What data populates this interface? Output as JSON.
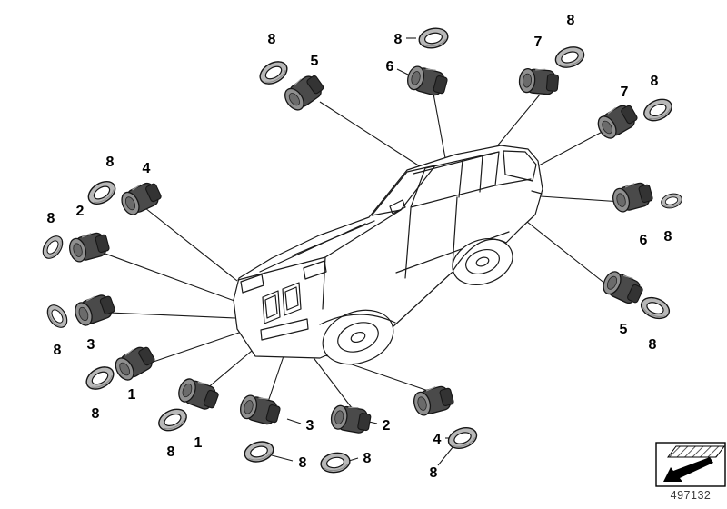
{
  "page": {
    "background_color": "#ffffff",
    "line_color": "#1a1a1a"
  },
  "parts": {
    "sensor_icon": "pdc-sensor-icon",
    "ring_icon": "seal-ring-icon",
    "sensor_body_color": "#4a4a4a",
    "sensor_face_color": "#8f8f8f",
    "ring_color": "#b8b8b8"
  },
  "legend": {
    "icon": "travel-direction-icon"
  },
  "callouts": [
    {
      "label": "8",
      "part": "seal-ring-icon"
    },
    {
      "label": "5",
      "part": "pdc-sensor-icon"
    },
    {
      "label": "8",
      "part": "seal-ring-icon"
    },
    {
      "label": "6",
      "part": "pdc-sensor-icon"
    },
    {
      "label": "7",
      "part": "pdc-sensor-icon"
    },
    {
      "label": "8",
      "part": "seal-ring-icon"
    },
    {
      "label": "7",
      "part": "pdc-sensor-icon"
    },
    {
      "label": "8",
      "part": "seal-ring-icon"
    },
    {
      "label": "8",
      "part": "seal-ring-icon"
    },
    {
      "label": "4",
      "part": "pdc-sensor-icon"
    },
    {
      "label": "8",
      "part": "seal-ring-icon"
    },
    {
      "label": "2",
      "part": "pdc-sensor-icon"
    },
    {
      "label": "6",
      "part": "pdc-sensor-icon"
    },
    {
      "label": "8",
      "part": "seal-ring-icon"
    },
    {
      "label": "5",
      "part": "pdc-sensor-icon"
    },
    {
      "label": "8",
      "part": "seal-ring-icon"
    },
    {
      "label": "8",
      "part": "seal-ring-icon"
    },
    {
      "label": "3",
      "part": "pdc-sensor-icon"
    },
    {
      "label": "1",
      "part": "pdc-sensor-icon"
    },
    {
      "label": "8",
      "part": "seal-ring-icon"
    },
    {
      "label": "1",
      "part": "pdc-sensor-icon"
    },
    {
      "label": "8",
      "part": "seal-ring-icon"
    },
    {
      "label": "3",
      "part": "pdc-sensor-icon"
    },
    {
      "label": "8",
      "part": "seal-ring-icon"
    },
    {
      "label": "2",
      "part": "pdc-sensor-icon"
    },
    {
      "label": "8",
      "part": "seal-ring-icon"
    },
    {
      "label": "4",
      "part": "pdc-sensor-icon"
    },
    {
      "label": "8",
      "part": "seal-ring-icon"
    }
  ],
  "footer": {
    "doc_number": "497132"
  }
}
